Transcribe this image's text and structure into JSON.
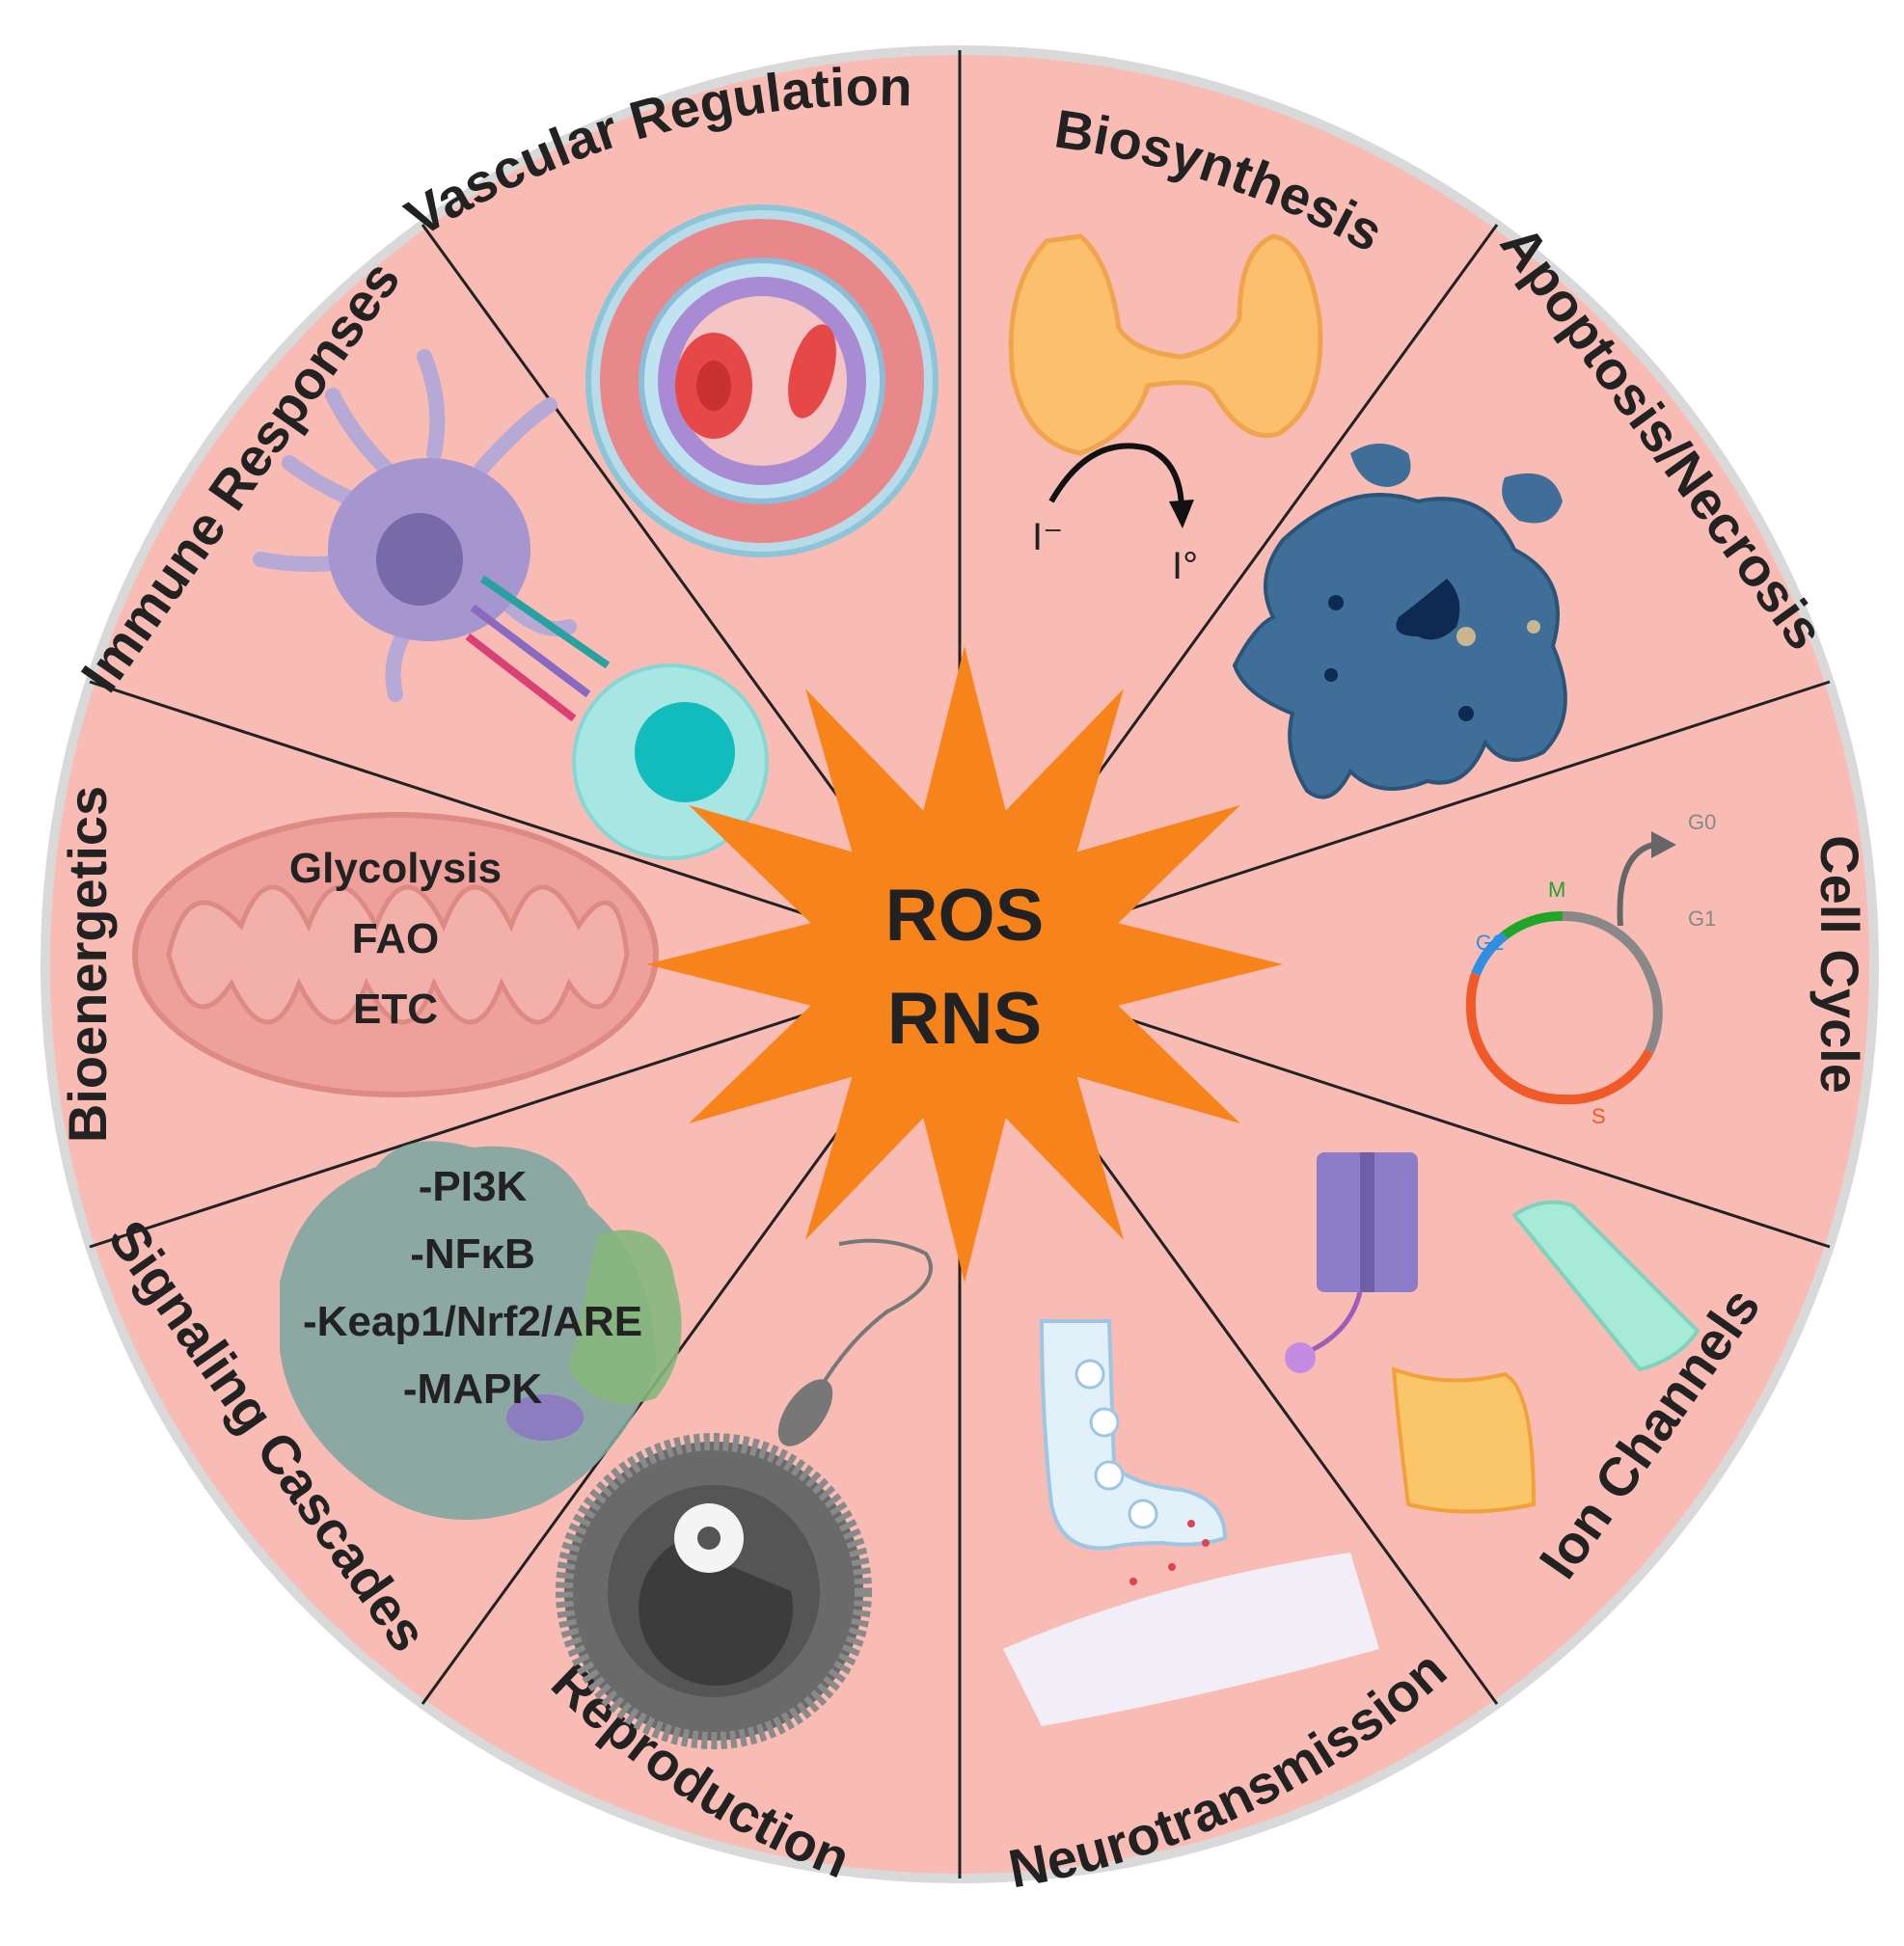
{
  "center": {
    "line1": "ROS",
    "line2": "RNS"
  },
  "colors": {
    "wheel_fill": "#f8bcb4",
    "wheel_outline": "#d8d8d8",
    "divider": "#222222",
    "star_fill": "#f7841b"
  },
  "segments": [
    {
      "label": "Biosynthesis",
      "icon": "thyroid-icon"
    },
    {
      "label": "Apoptosis/Necrosis",
      "icon": "necrotic-cell-icon"
    },
    {
      "label": "Cell Cycle",
      "icon": "cell-cycle-icon"
    },
    {
      "label": "Ion Channels",
      "icon": "ion-channel-icon"
    },
    {
      "label": "Neurotransmission",
      "icon": "synapse-icon"
    },
    {
      "label": "Reproduction",
      "icon": "sperm-egg-icon"
    },
    {
      "label": "Signaling Cascades",
      "icon": "protein-complex-icon"
    },
    {
      "label": "Bioenergetics",
      "icon": "mitochondrion-icon"
    },
    {
      "label": "Immune Responses",
      "icon": "immune-synapse-icon"
    },
    {
      "label": "Vascular Regulation",
      "icon": "blood-vessel-icon"
    }
  ],
  "bioenergetics_items": [
    "Glycolysis",
    "FAO",
    "ETC"
  ],
  "signaling_items": [
    "-PI3K",
    "-NFκB",
    "-Keap1/Nrf2/ARE",
    "-MAPK"
  ],
  "biosynthesis_ions": {
    "left": "I⁻",
    "right": "I°"
  },
  "cell_cycle_phases": {
    "g0": "G0",
    "g1": "G1",
    "s": "S",
    "g2": "G2",
    "m": "M"
  }
}
